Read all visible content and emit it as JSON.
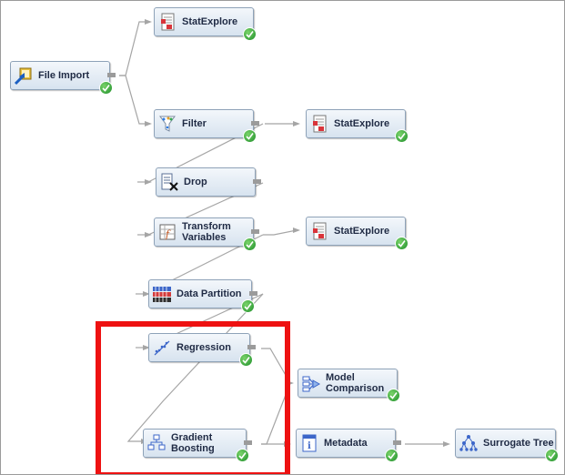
{
  "diagram": {
    "nodes": {
      "file_import": "File Import",
      "statexplore_1": "StatExplore",
      "filter": "Filter",
      "statexplore_2": "StatExplore",
      "drop": "Drop",
      "transform_variables": "Transform Variables",
      "statexplore_3": "StatExplore",
      "data_partition": "Data Partition",
      "regression": "Regression",
      "gradient_boosting": "Gradient Boosting",
      "model_comparison": "Model Comparison",
      "metadata": "Metadata",
      "surrogate_tree": "Surrogate Tree"
    },
    "status": "completed",
    "highlight_color": "#ee1111",
    "connector_color": "#9b9b9b"
  }
}
